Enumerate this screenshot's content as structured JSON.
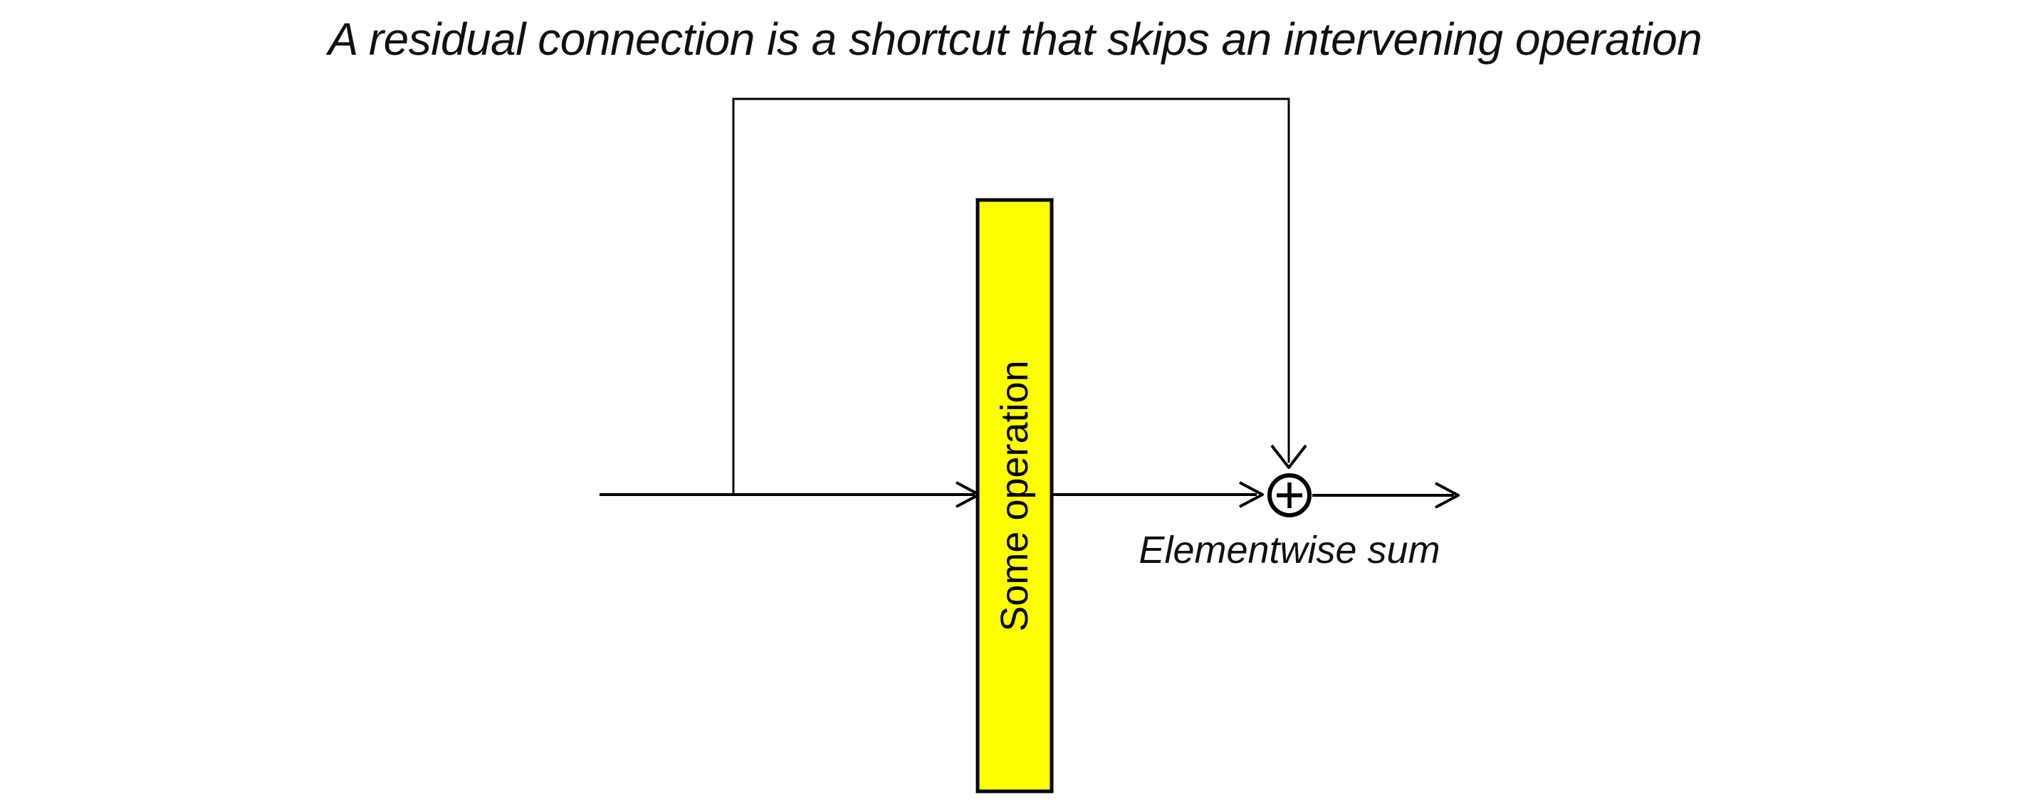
{
  "title": {
    "text": "A residual connection is a shortcut that skips an intervening operation"
  },
  "diagram": {
    "operation_box": {
      "label": "Some operation"
    },
    "sum_node": {
      "symbol": "+",
      "label": "Elementwise sum"
    },
    "colors": {
      "background": "#ffffff",
      "line": "#000000",
      "operation_fill": "#ffff00",
      "operation_border": "#000000",
      "sum_node_fill": "#ffffff",
      "text": "#111111"
    }
  }
}
